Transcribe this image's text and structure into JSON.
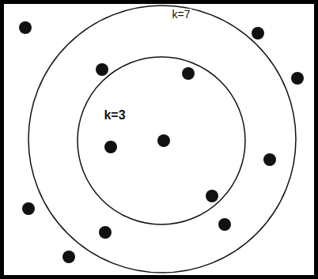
{
  "diagram": {
    "nodes": [
      {
        "text": [
          "k=7"
        ]
      },
      {
        "text": [
          "k=3"
        ],
        "in": 0
      }
    ]
  }
}
